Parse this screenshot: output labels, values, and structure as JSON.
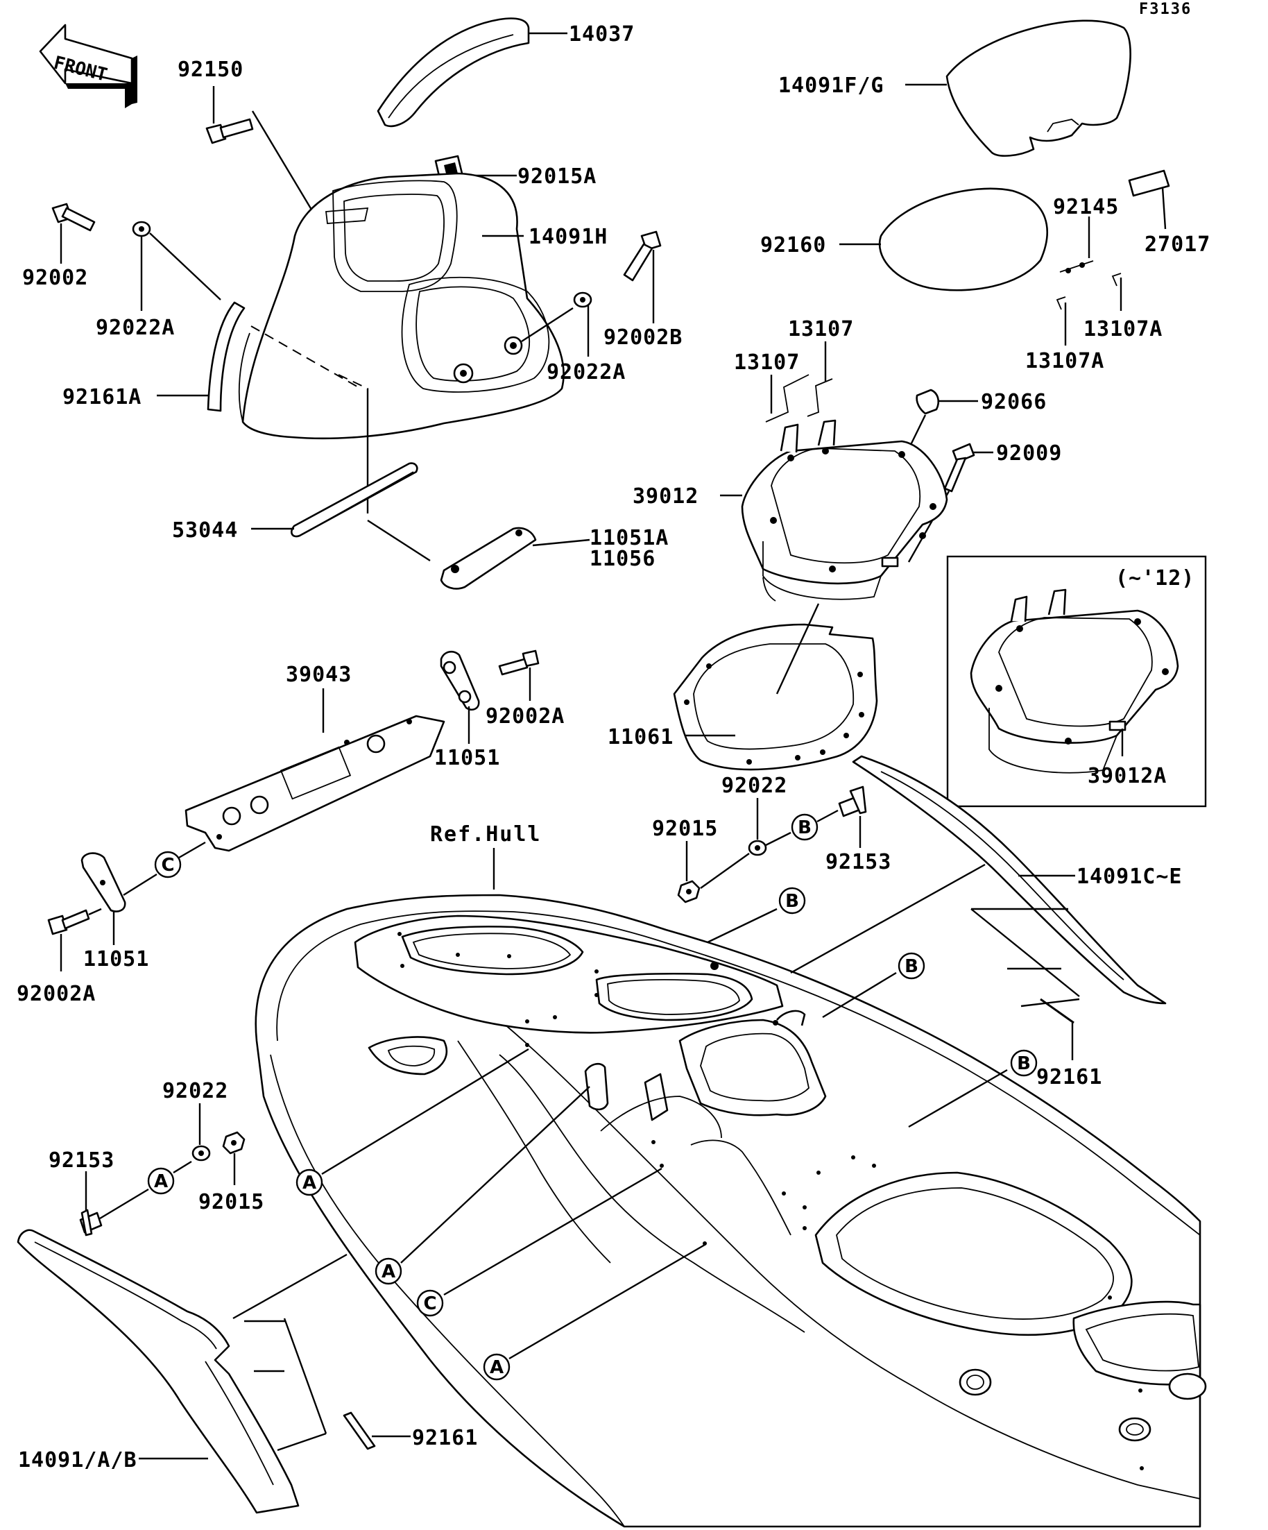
{
  "figure_code": "F3136",
  "front_arrow": "FRONT",
  "ref_label": "Ref.Hull",
  "version_note": "(~'12)",
  "parts": {
    "p14037": "14037",
    "p14091fg": "14091F/G",
    "p92150": "92150",
    "p92015a": "92015A",
    "p14091h": "14091H",
    "p92002": "92002",
    "p92022a_l": "92022A",
    "p92002b": "92002B",
    "p92022a_r": "92022A",
    "p92161a": "92161A",
    "p92145": "92145",
    "p27017": "27017",
    "p92160": "92160",
    "p13107_a": "13107",
    "p13107_b": "13107",
    "p13107a_a": "13107A",
    "p13107a_b": "13107A",
    "p92066": "92066",
    "p92009": "92009",
    "p39012": "39012",
    "p53044": "53044",
    "p11051a": "11051A",
    "p11056": "11056",
    "p39043": "39043",
    "p92002a_t": "92002A",
    "p11051_t": "11051",
    "p11061": "11061",
    "p39012a": "39012A",
    "p92022_t": "92022",
    "p92015_t": "92015",
    "p92153_t": "92153",
    "p14091ce": "14091C~E",
    "p11051_l": "11051",
    "p92002a_l": "92002A",
    "p92161_r": "92161",
    "p92022_b": "92022",
    "p92153_b": "92153",
    "p92015_b": "92015",
    "p92161_b": "92161",
    "p14091ab": "14091/A/B"
  },
  "markers": {
    "a": "A",
    "b": "B",
    "c": "C"
  }
}
